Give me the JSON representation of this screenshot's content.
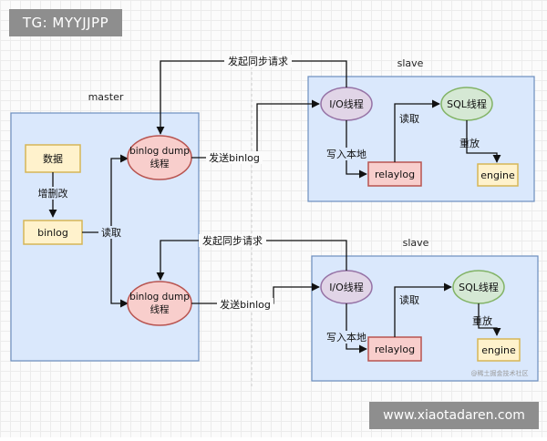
{
  "watermarks": {
    "top_left": "TG: MYYJJPP",
    "bottom_right": "www.xiaotadaren.com",
    "credit": "@稀土掘金技术社区"
  },
  "master": {
    "label": "master",
    "data_box": "数据",
    "edit_label": "增删改",
    "binlog_box": "binlog",
    "read_label": "读取",
    "dump_top_line1": "binlog dump",
    "dump_top_line2": "线程",
    "dump_bottom_line1": "binlog dump",
    "dump_bottom_line2": "线程"
  },
  "links": {
    "sync_request_top": "发起同步请求",
    "send_binlog_top": "发送binlog",
    "sync_request_bottom": "发起同步请求",
    "send_binlog_bottom": "发送binlog"
  },
  "slave_top": {
    "label": "slave",
    "io_thread": "I/O线程",
    "sql_thread": "SQL线程",
    "read_label": "读取",
    "write_label": "写入本地",
    "relaylog": "relaylog",
    "replay_label": "重放",
    "engine": "engine"
  },
  "slave_bottom": {
    "label": "slave",
    "io_thread": "I/O线程",
    "sql_thread": "SQL线程",
    "read_label": "读取",
    "write_label": "写入本地",
    "relaylog": "relaylog",
    "replay_label": "重放",
    "engine": "engine"
  },
  "colors": {
    "panel_fill": "#dae8fc",
    "panel_stroke": "#6c8ebf",
    "yellow_fill": "#fff2cc",
    "yellow_stroke": "#d6b656",
    "red_fill": "#f8cecc",
    "red_stroke": "#b85450",
    "purple_fill": "#e1d5e7",
    "purple_stroke": "#9673a6",
    "green_fill": "#d5e8d4",
    "green_stroke": "#82b366"
  }
}
